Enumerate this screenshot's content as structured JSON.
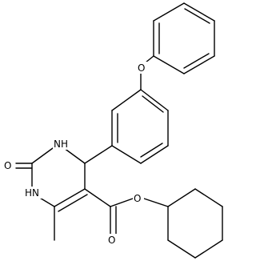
{
  "structure": {
    "atoms": {
      "ether_o": "O",
      "nh_top": "NH",
      "carbonyl_o": "O",
      "nh_bottom": "HN",
      "ester_o_single": "O",
      "ester_o_double": "O"
    }
  },
  "colors": {
    "bond": "#000000",
    "background": "#ffffff"
  }
}
